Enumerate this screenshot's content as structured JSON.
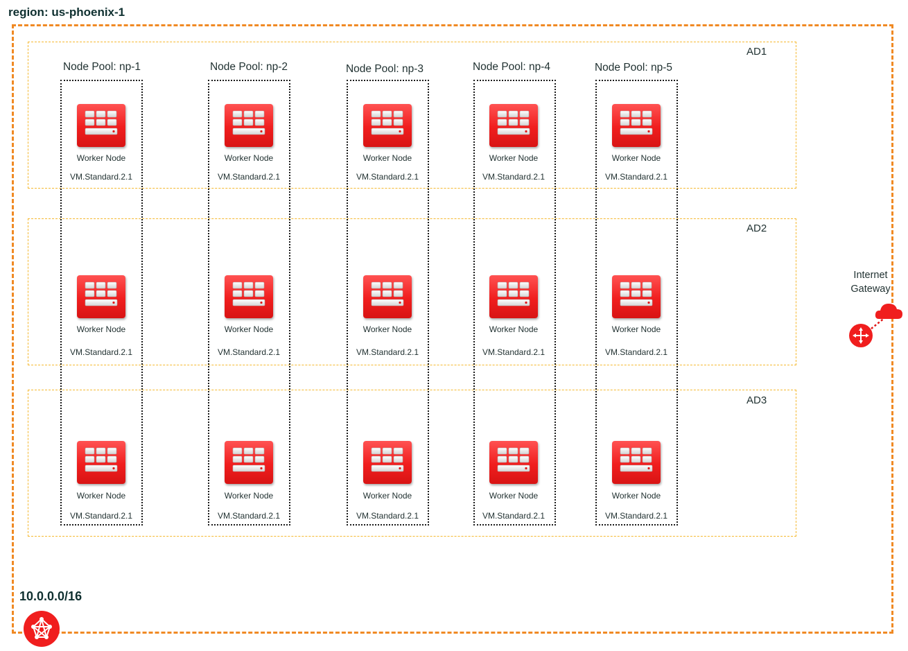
{
  "region": {
    "title": "region: us-phoenix-1"
  },
  "vcn": {
    "cidr": "10.0.0.0/16",
    "icon": "vcn-network-icon"
  },
  "availability_domains": [
    {
      "label": "AD1"
    },
    {
      "label": "AD2"
    },
    {
      "label": "AD3"
    }
  ],
  "node_pools": [
    {
      "label": "Node Pool: np-1"
    },
    {
      "label": "Node Pool: np-2"
    },
    {
      "label": "Node Pool: np-3"
    },
    {
      "label": "Node Pool: np-4"
    },
    {
      "label": "Node Pool: np-5"
    }
  ],
  "worker_node": {
    "label": "Worker Node",
    "shape": "VM.Standard.2.1",
    "icon": "compute-instance-icon"
  },
  "internet_gateway": {
    "line1": "Internet",
    "line2": "Gateway",
    "icon": "router-icon",
    "cloud_icon": "cloud-icon"
  },
  "colors": {
    "region_border": "#f08a24",
    "ad_border": "#f5b82e",
    "icon_red": "#f01e1e",
    "pool_border": "#1a1a1a"
  }
}
